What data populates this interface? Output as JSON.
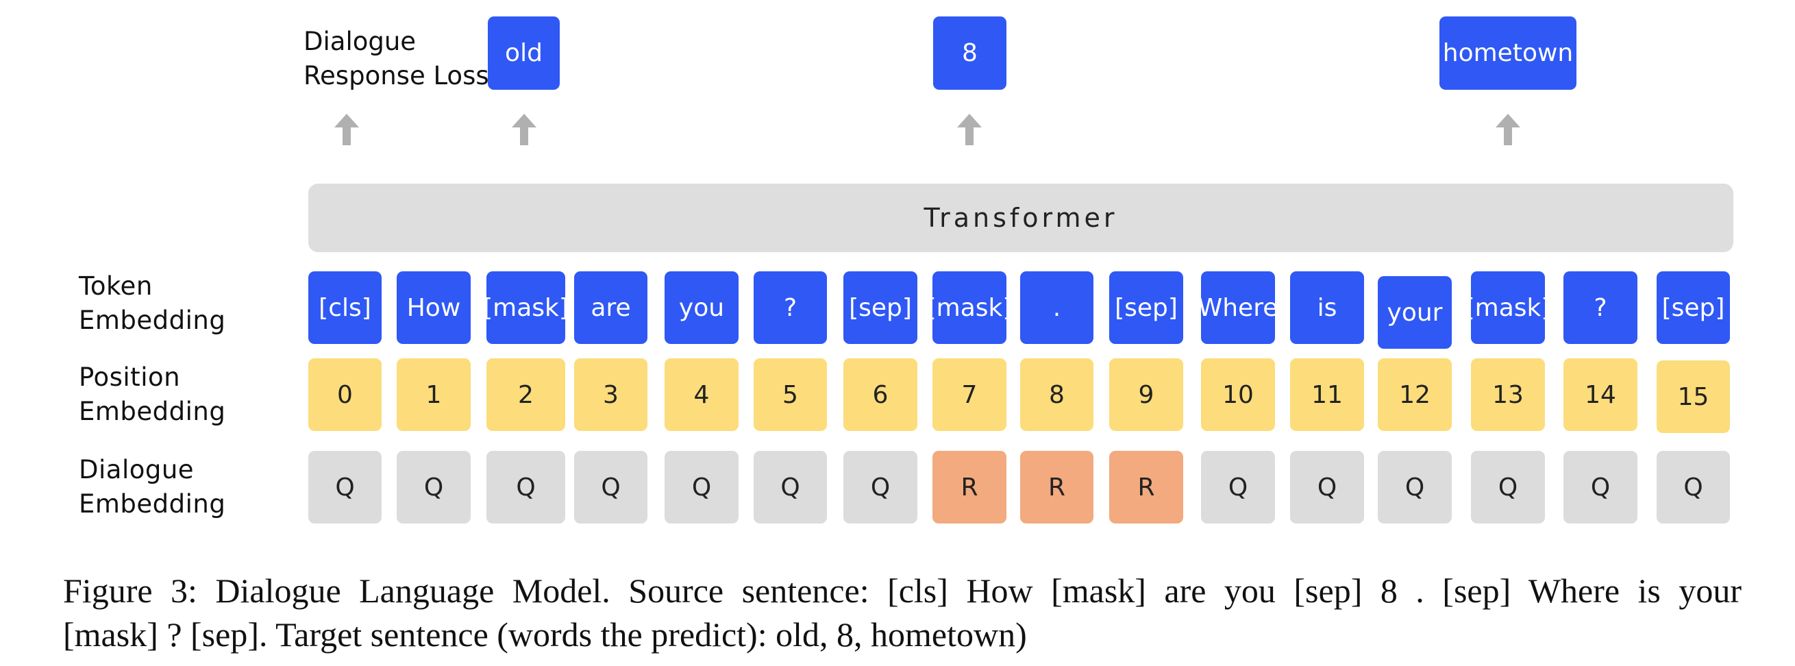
{
  "loss_label": {
    "line1": "Dialogue",
    "line2": "Response Loss"
  },
  "outputs": [
    {
      "label": "old",
      "column": 2
    },
    {
      "label": "8",
      "column": 7
    },
    {
      "label": "hometown",
      "column": 13
    }
  ],
  "transformer_label": "Transformer",
  "rows": {
    "token": {
      "line1": "Token",
      "line2": "Embedding"
    },
    "position": {
      "line1": "Position",
      "line2": "Embedding"
    },
    "dialogue": {
      "line1": "Dialogue",
      "line2": "Embedding"
    }
  },
  "tokens": [
    "[cls]",
    "How",
    "[mask]",
    "are",
    "you",
    "?",
    "[sep]",
    "[mask]",
    ".",
    "[sep]",
    "Where",
    "is",
    "your",
    "[mask]",
    "?",
    "[sep]"
  ],
  "positions": [
    "0",
    "1",
    "2",
    "3",
    "4",
    "5",
    "6",
    "7",
    "8",
    "9",
    "10",
    "11",
    "12",
    "13",
    "14",
    "15"
  ],
  "dialogue": [
    "Q",
    "Q",
    "Q",
    "Q",
    "Q",
    "Q",
    "Q",
    "R",
    "R",
    "R",
    "Q",
    "Q",
    "Q",
    "Q",
    "Q",
    "Q"
  ],
  "colors": {
    "token": "#2f58f5",
    "position": "#fcdc7b",
    "dialogue_q": "#dcdcdc",
    "dialogue_r": "#f2aa7e",
    "transformer": "#dedede",
    "arrow": "#b0b0b0"
  },
  "caption": {
    "line1": "Figure 3: Dialogue Language Model. Source sentence: [cls] How [mask] are you  [sep] 8 . [sep] Where is your",
    "line2": "[mask] ? [sep]. Target sentence (words the predict): old, 8, hometown)"
  }
}
